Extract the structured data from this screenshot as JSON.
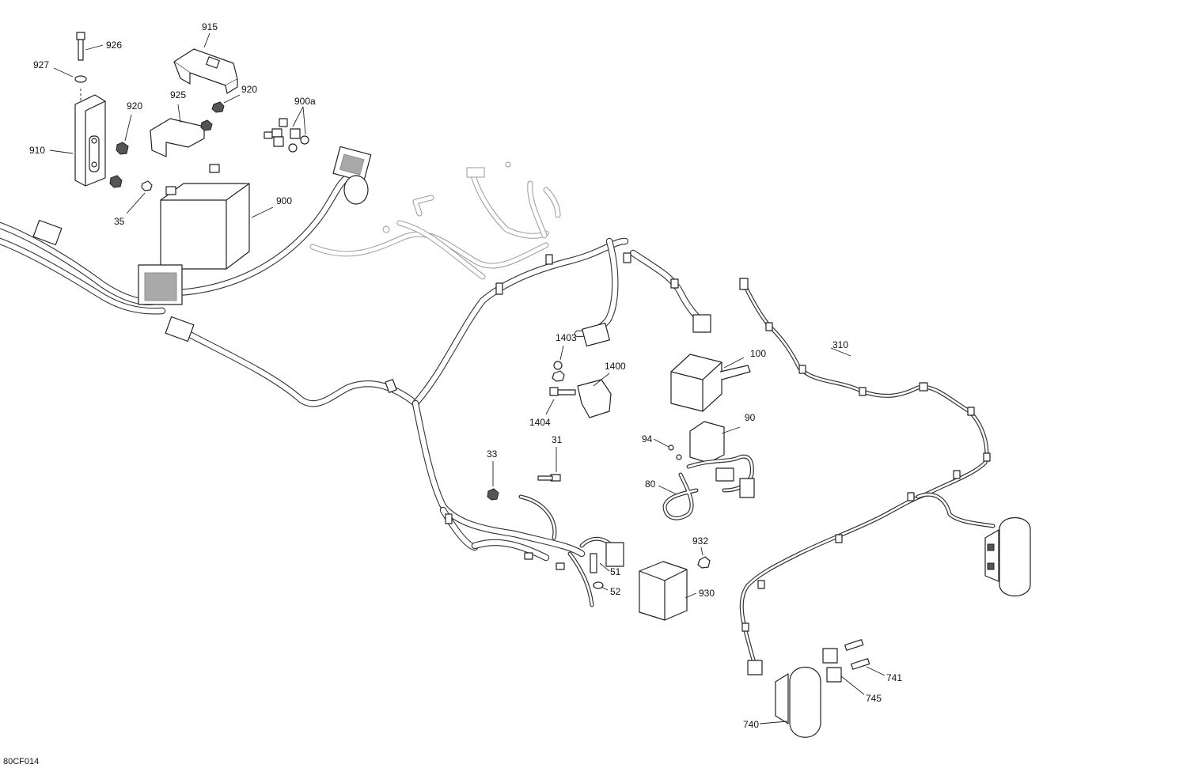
{
  "diagram": {
    "callouts": {
      "c926": "926",
      "c927": "927",
      "c915": "915",
      "c920a": "920",
      "c920b": "920",
      "c925": "925",
      "c900a": "900a",
      "c910": "910",
      "c35": "35",
      "c900": "900",
      "c1403": "1403",
      "c1400": "1400",
      "c1404": "1404",
      "c100": "100",
      "c310": "310",
      "c90": "90",
      "c94": "94",
      "c33": "33",
      "c31": "31",
      "c80": "80",
      "c932": "932",
      "c51": "51",
      "c52": "52",
      "c930": "930",
      "c741": "741",
      "c745": "745",
      "c740": "740"
    },
    "figure_code": "80CF014"
  }
}
